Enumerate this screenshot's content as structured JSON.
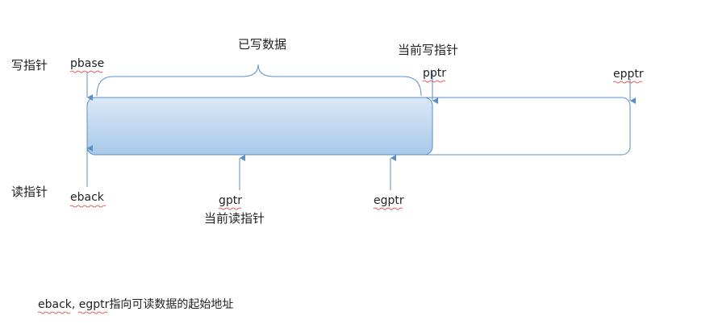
{
  "labels": {
    "write_pointer": "写指针",
    "read_pointer": "读指针",
    "pbase": "pbase",
    "pptr": "pptr",
    "epptr": "epptr",
    "eback": "eback",
    "gptr": "gptr",
    "egptr": "egptr",
    "written_data": "已写数据",
    "current_write_pointer": "当前写指针",
    "current_read_pointer": "当前读指针",
    "note": "eback, egptr指向可读数据的起始地址"
  },
  "colors": {
    "arrow": "#5b8ec9",
    "buffer_border": "#5b8ec9",
    "fill_top": "#dbe8f6",
    "fill_bottom": "#a9c9e9",
    "spellcheck": "#e03030"
  }
}
